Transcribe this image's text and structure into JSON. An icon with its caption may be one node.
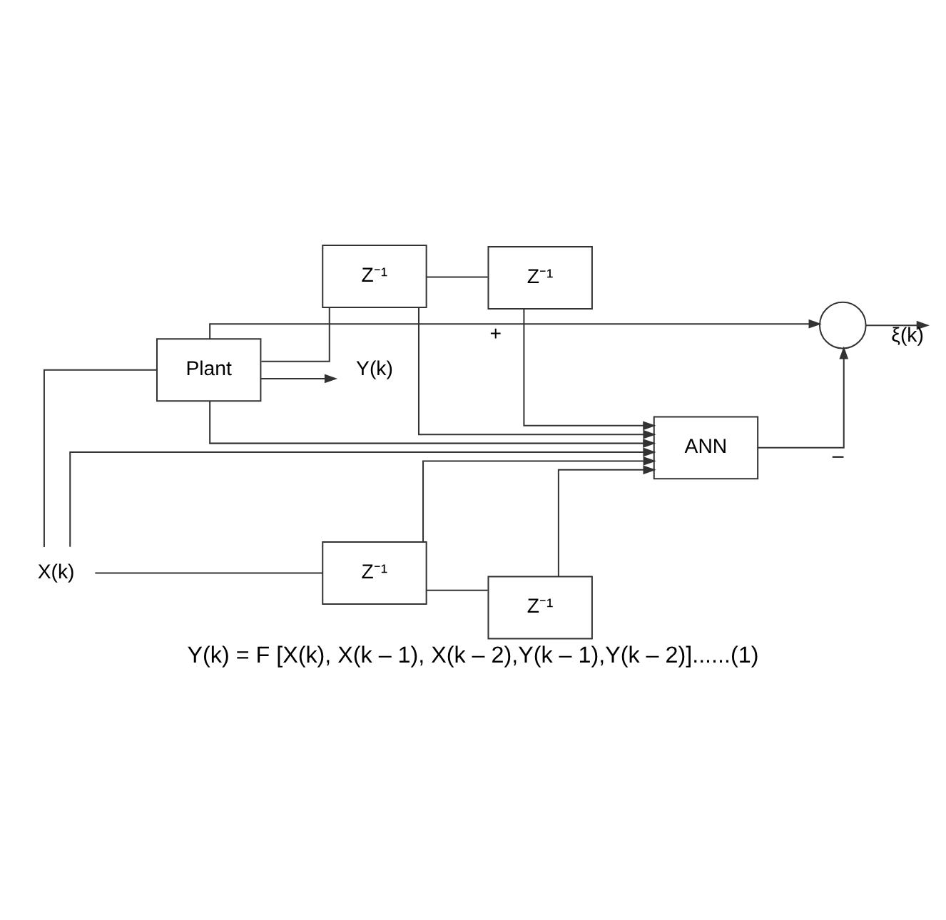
{
  "diagram": {
    "caption": "Y(k) = F [X(k), X(k – 1), X(k – 2),Y(k – 1),Y(k – 2)]......(1)",
    "nodes": [
      {
        "text": [
          "X(k)"
        ]
      },
      {
        "text": [
          "Plant"
        ]
      },
      {
        "text": [
          "Y(k)"
        ]
      },
      {
        "text": [
          "ANN"
        ]
      },
      {
        "text": [
          "Z⁻¹"
        ]
      },
      {
        "text": [
          "Z⁻¹"
        ]
      },
      {
        "text": [
          "Z⁻¹"
        ]
      },
      {
        "text": [
          "Z⁻¹"
        ]
      },
      {
        "text": [],
        "shape": "circle"
      }
    ],
    "edges": [
      {
        "from": 0,
        "to": 1,
        "arrow": "none"
      },
      {
        "from": 1,
        "to": 2,
        "arrow": "to"
      },
      {
        "from": 0,
        "to": 3,
        "arrow": "to"
      },
      {
        "from": 0,
        "to": 4,
        "arrow": "none"
      },
      {
        "from": 4,
        "to": 3,
        "arrow": "to"
      },
      {
        "from": 4,
        "to": 5,
        "arrow": "none"
      },
      {
        "from": 5,
        "to": 3,
        "arrow": "to"
      },
      {
        "from": 1,
        "to": 3,
        "arrow": "to"
      },
      {
        "from": 1,
        "to": 7,
        "arrow": "none"
      },
      {
        "from": 7,
        "to": 3,
        "arrow": "to"
      },
      {
        "from": 7,
        "to": 6,
        "arrow": "none"
      },
      {
        "from": 6,
        "to": 3,
        "arrow": "to"
      },
      {
        "from": 1,
        "to": 8,
        "arrow": "to",
        "label": "+"
      },
      {
        "from": 3,
        "to": 8,
        "arrow": "to",
        "label": "–"
      },
      {
        "from": 8,
        "to": null,
        "arrow": "to",
        "label": "ξ(k)"
      }
    ]
  }
}
